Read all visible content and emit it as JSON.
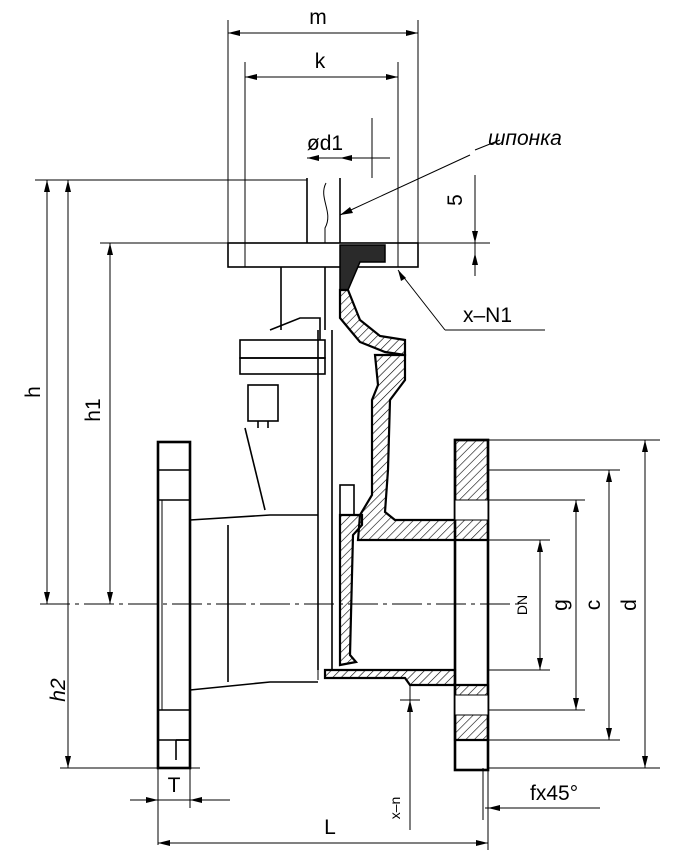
{
  "labels": {
    "m": "m",
    "k": "k",
    "d1": "ød1",
    "key": "шпонка",
    "five": "5",
    "xn1": "x–N1",
    "h": "h",
    "h1": "h1",
    "h2": "h2",
    "dn": "DN",
    "g": "g",
    "c": "c",
    "d": "d",
    "t": "T",
    "l": "L",
    "xn": "x–n",
    "chamfer": "fx45°"
  }
}
